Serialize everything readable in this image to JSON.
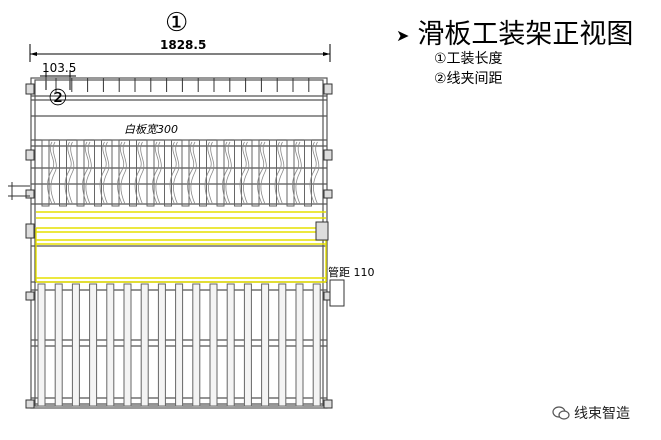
{
  "diagram": {
    "title": "滑板工装架正视图",
    "legend": [
      "①工装长度",
      "②线夹间距"
    ],
    "dimensions": {
      "total_length": "1828.5",
      "clip_spacing": "103.5",
      "label_1": "①",
      "label_2": "②"
    },
    "annotations": {
      "board_width": "白板宽300",
      "pipe_spacing": "管距 110"
    },
    "colors": {
      "line": "#555555",
      "highlight": "#e6e000",
      "dim": "#000000"
    }
  },
  "watermark": {
    "text": "线束智造",
    "icon": "wechat-icon"
  }
}
